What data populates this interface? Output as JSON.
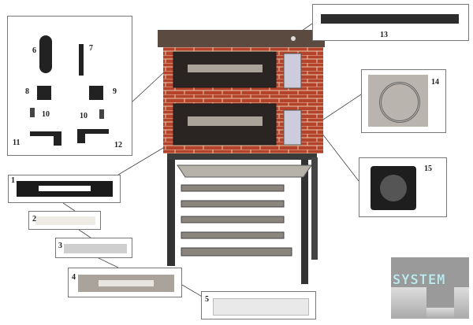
{
  "labels": {
    "p1": "1",
    "p2": "2",
    "p3": "3",
    "p4": "4",
    "p5": "5",
    "p6": "6",
    "p7": "7",
    "p8": "8",
    "p9": "9",
    "p10a": "10",
    "p10b": "10",
    "p11": "11",
    "p12": "12",
    "p13": "13",
    "p14": "14",
    "p15": "15"
  },
  "logo": {
    "text": "SYSTEM"
  },
  "colors": {
    "brick": "#b5432c",
    "mortar": "#e8c9a8",
    "steel": "#3a3a3a",
    "frame": "#777777"
  }
}
